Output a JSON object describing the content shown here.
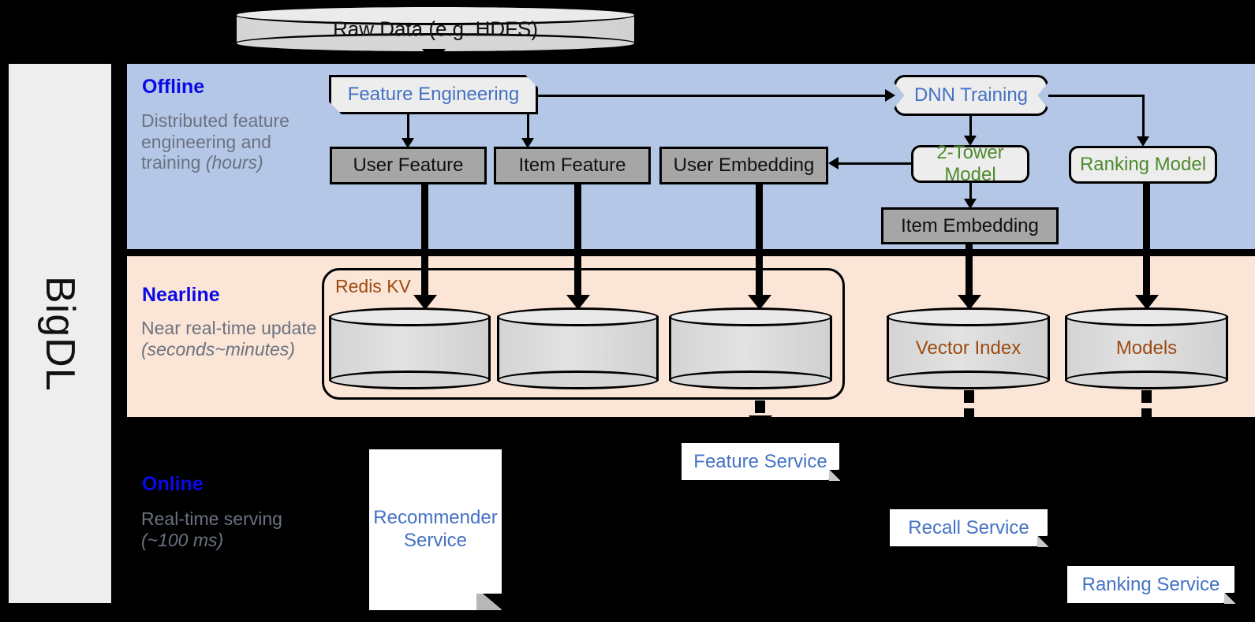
{
  "framework": {
    "name": "BigDL"
  },
  "source": {
    "label": "Raw Data (e.g. HDFS)"
  },
  "bands": {
    "offline": {
      "title": "Offline",
      "desc_main": "Distributed feature engineering and training ",
      "desc_em": "(hours)"
    },
    "nearline": {
      "title": "Nearline",
      "desc_main": "Near real-time update ",
      "desc_em": "(seconds~minutes)"
    },
    "online": {
      "title": "Online",
      "desc_main": "Real-time serving ",
      "desc_em": "(~100 ms)"
    }
  },
  "offline_nodes": {
    "feature_engineering": "Feature Engineering",
    "dnn_training": "DNN Training",
    "user_feature": "User Feature",
    "item_feature": "Item Feature",
    "user_embedding": "User Embedding",
    "two_tower_model": "2-Tower Model",
    "ranking_model": "Ranking Model",
    "item_embedding": "Item Embedding"
  },
  "nearline_nodes": {
    "redis_kv": "Redis KV",
    "vector_index": "Vector Index",
    "models": "Models"
  },
  "online_nodes": {
    "recommender_service": "Recommender Service",
    "feature_service": "Feature Service",
    "recall_service": "Recall Service",
    "ranking_service": "Ranking Service"
  },
  "colors": {
    "offline_band": "#b4c7e7",
    "nearline_band": "#fbe5d6",
    "title_blue": "#0a0ae6",
    "node_blue": "#4472c4",
    "node_green": "#4e8a2e",
    "storage_brown": "#9c4a10",
    "gray_box": "#a6a6a6"
  }
}
